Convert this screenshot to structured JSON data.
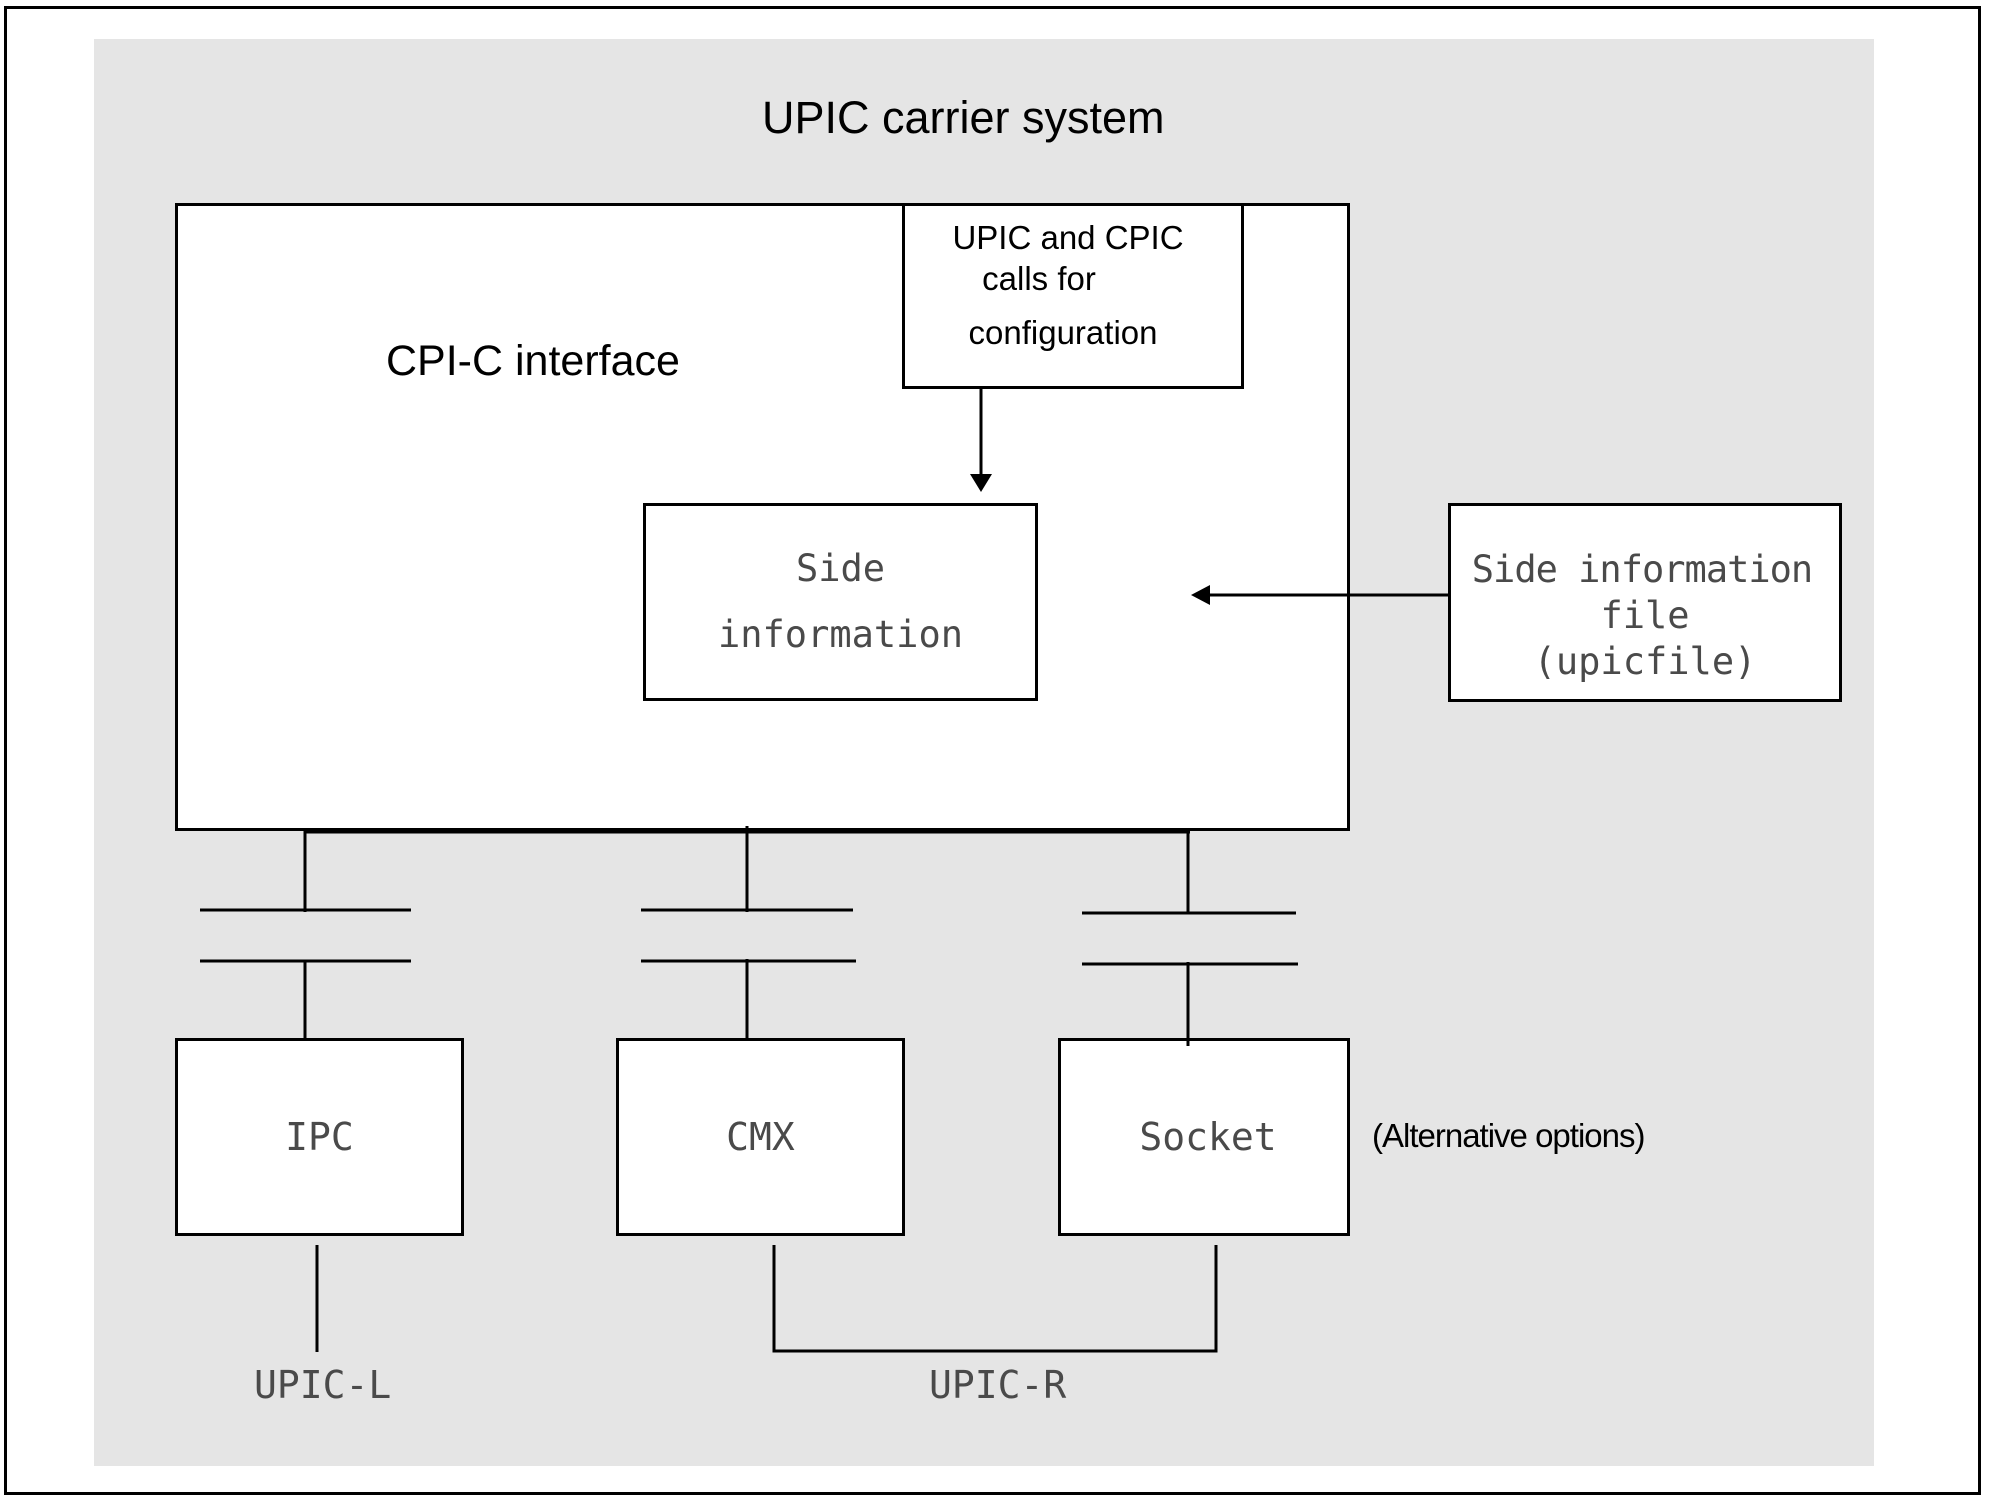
{
  "diagram": {
    "title": "UPIC carrier system",
    "interface_label": "CPI-C interface",
    "config_box": {
      "lines": [
        "UPIC and CPIC",
        "calls for",
        "configuration"
      ]
    },
    "side_info_box": {
      "lines": [
        "Side",
        "information"
      ]
    },
    "side_info_file_box": {
      "lines": [
        "Side information",
        "file",
        "(upicfile)"
      ]
    },
    "transport_boxes": [
      {
        "label": "IPC"
      },
      {
        "label": "CMX"
      },
      {
        "label": "Socket"
      }
    ],
    "alternatives_note": "(Alternative options)",
    "variants": [
      {
        "label": "UPIC-L"
      },
      {
        "label": "UPIC-R"
      }
    ],
    "edges": [
      {
        "from": "config_box",
        "to": "side_info_box",
        "type": "arrow"
      },
      {
        "from": "side_info_file_box",
        "to": "cpi_c_interface",
        "type": "arrow"
      },
      {
        "from": "cpi_c_interface",
        "to": "IPC",
        "type": "connector"
      },
      {
        "from": "cpi_c_interface",
        "to": "CMX",
        "type": "connector"
      },
      {
        "from": "cpi_c_interface",
        "to": "Socket",
        "type": "connector"
      },
      {
        "from": "IPC",
        "to": "UPIC-L",
        "type": "line"
      },
      {
        "from": "CMX",
        "to": "UPIC-R",
        "type": "bracket"
      },
      {
        "from": "Socket",
        "to": "UPIC-R",
        "type": "bracket"
      }
    ],
    "colors": {
      "panel_background": "#e5e5e5",
      "box_fill": "#ffffff",
      "stroke": "#000000",
      "mono_text": "#4a4a4a"
    }
  }
}
